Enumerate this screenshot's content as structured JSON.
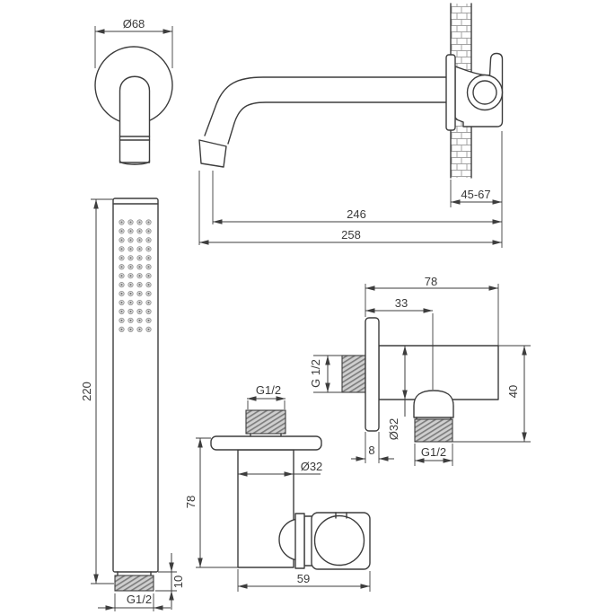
{
  "drawing": {
    "type": "technical-dimension-drawing",
    "background": "#ffffff",
    "line_color": "#3d3d3d",
    "views": {
      "spout_front": {
        "diameter": "Ø68"
      },
      "spout_side": {
        "length_inner": "246",
        "length_total": "258",
        "wall_depth_range": "45-67"
      },
      "hand_shower": {
        "length": "220",
        "connection_thread": "G1/2",
        "thread_length": "10",
        "nozzle_grid": {
          "rows": 13,
          "cols": 4
        }
      },
      "shower_holder": {
        "connection_thread": "G1/2",
        "body_diameter": "Ø32",
        "height": "78",
        "depth": "59"
      },
      "wall_elbow": {
        "total_depth": "78",
        "outlet_offset": "33",
        "inlet_thread": "G 1/2",
        "body_diameter": "Ø32",
        "height": "40",
        "flange_thickness": "8",
        "outlet_thread": "G1/2"
      }
    }
  }
}
